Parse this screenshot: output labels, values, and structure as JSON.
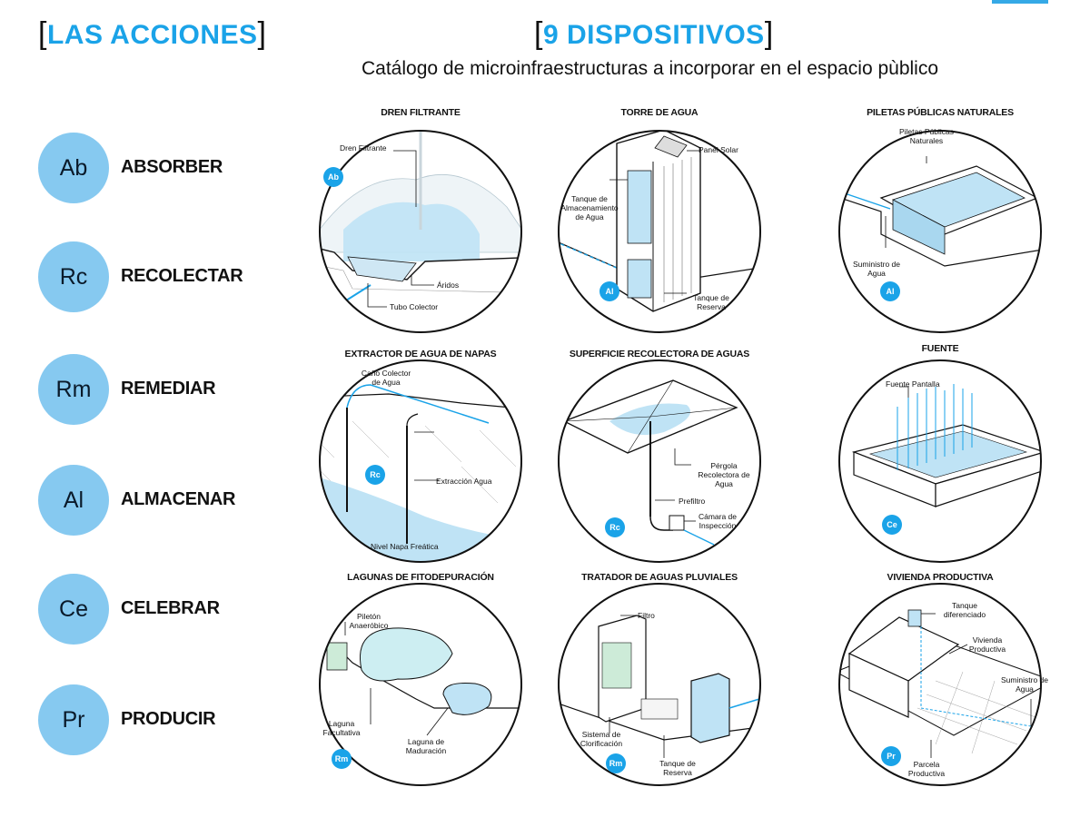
{
  "header": {
    "left_title": "LAS ACCIONES",
    "right_title": "9 DISPOSITIVOS",
    "subtitle": "Catálogo de microinfraestructuras a incorporar en el espacio pùblico"
  },
  "actions": [
    {
      "code": "Ab",
      "label": "ABSORBER"
    },
    {
      "code": "Rc",
      "label": "RECOLECTAR"
    },
    {
      "code": "Rm",
      "label": "REMEDIAR"
    },
    {
      "code": "Al",
      "label": "ALMACENAR"
    },
    {
      "code": "Ce",
      "label": "CELEBRAR"
    },
    {
      "code": "Pr",
      "label": "PRODUCIR"
    }
  ],
  "devices": [
    {
      "title": "DREN FILTRANTE",
      "code": "Ab",
      "labels": [
        "Dren Filtrante",
        "Áridos",
        "Tubo Colector"
      ]
    },
    {
      "title": "TORRE DE AGUA",
      "code": "Al",
      "labels": [
        "Panel Solar",
        "Tanque de Almacenamiento de Agua",
        "Tanque de Reserva"
      ]
    },
    {
      "title": "PILETAS PÚBLICAS NATURALES",
      "code": "Al",
      "labels": [
        "Piletas Públicas Naturales",
        "Suministro de Agua"
      ]
    },
    {
      "title": "EXTRACTOR DE AGUA DE NAPAS",
      "code": "Rc",
      "labels": [
        "Caño Colector de Agua",
        "Extracción Agua",
        "Nivel Napa Freática"
      ]
    },
    {
      "title": "SUPERFICIE RECOLECTORA DE AGUAS",
      "code": "Rc",
      "labels": [
        "Pérgola Recolectora de Agua",
        "Prefiltro",
        "Cámara de Inspección"
      ]
    },
    {
      "title": "FUENTE",
      "code": "Ce",
      "labels": [
        "Fuente Pantalla"
      ]
    },
    {
      "title": "LAGUNAS DE FITODEPURACIÓN",
      "code": "Rm",
      "labels": [
        "Piletón Anaeróbico",
        "Laguna Facultativa",
        "Laguna de Maduración"
      ]
    },
    {
      "title": "TRATADOR DE AGUAS PLUVIALES",
      "code": "Rm",
      "labels": [
        "Filtro",
        "Sistema de Clorificación",
        "Tanque de Reserva"
      ]
    },
    {
      "title": "VIVIENDA PRODUCTIVA",
      "code": "Pr",
      "labels": [
        "Tanque diferenciado",
        "Vivienda Productiva",
        "Suministro de Agua",
        "Parcela Productiva"
      ]
    }
  ],
  "colors": {
    "accent": "#1aa3e8",
    "badge": "#86c9f0",
    "water": "#bfe3f5"
  }
}
